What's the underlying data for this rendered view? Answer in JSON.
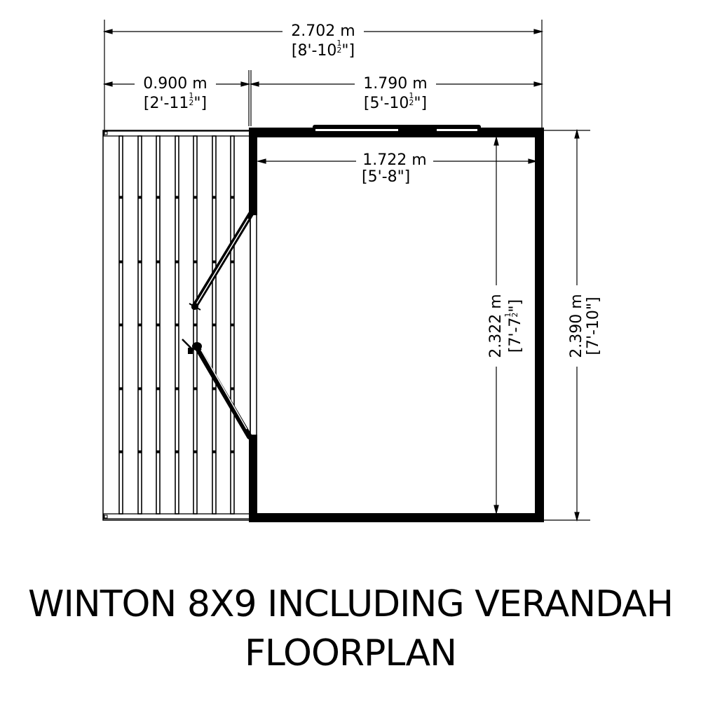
{
  "title": {
    "line1": "WINTON 8X9 INCLUDING VERANDAH",
    "line2": "FLOORPLAN"
  },
  "dimensions": {
    "overall_width": {
      "metric": "2.702 m",
      "imperial_main": "[8'-10",
      "imperial_frac_num": "1",
      "imperial_frac_den": "2",
      "imperial_tail": "\"]"
    },
    "verandah_width": {
      "metric": "0.900 m",
      "imperial_main": "[2'-11",
      "imperial_frac_num": "1",
      "imperial_frac_den": "2",
      "imperial_tail": "\"]"
    },
    "shed_external_width": {
      "metric": "1.790 m",
      "imperial_main": "[5'-10",
      "imperial_frac_num": "1",
      "imperial_frac_den": "2",
      "imperial_tail": "\"]"
    },
    "shed_internal_width": {
      "metric": "1.722 m",
      "imperial": "[5'-8\"]"
    },
    "shed_internal_depth": {
      "metric": "2.322 m",
      "imperial_main": "[7'-7",
      "imperial_frac_num": "1",
      "imperial_frac_den": "2",
      "imperial_tail": "\"]"
    },
    "shed_external_depth": {
      "metric": "2.390 m",
      "imperial": "[7'-10\"]"
    }
  },
  "colors": {
    "line": "#000000",
    "background": "#ffffff"
  }
}
